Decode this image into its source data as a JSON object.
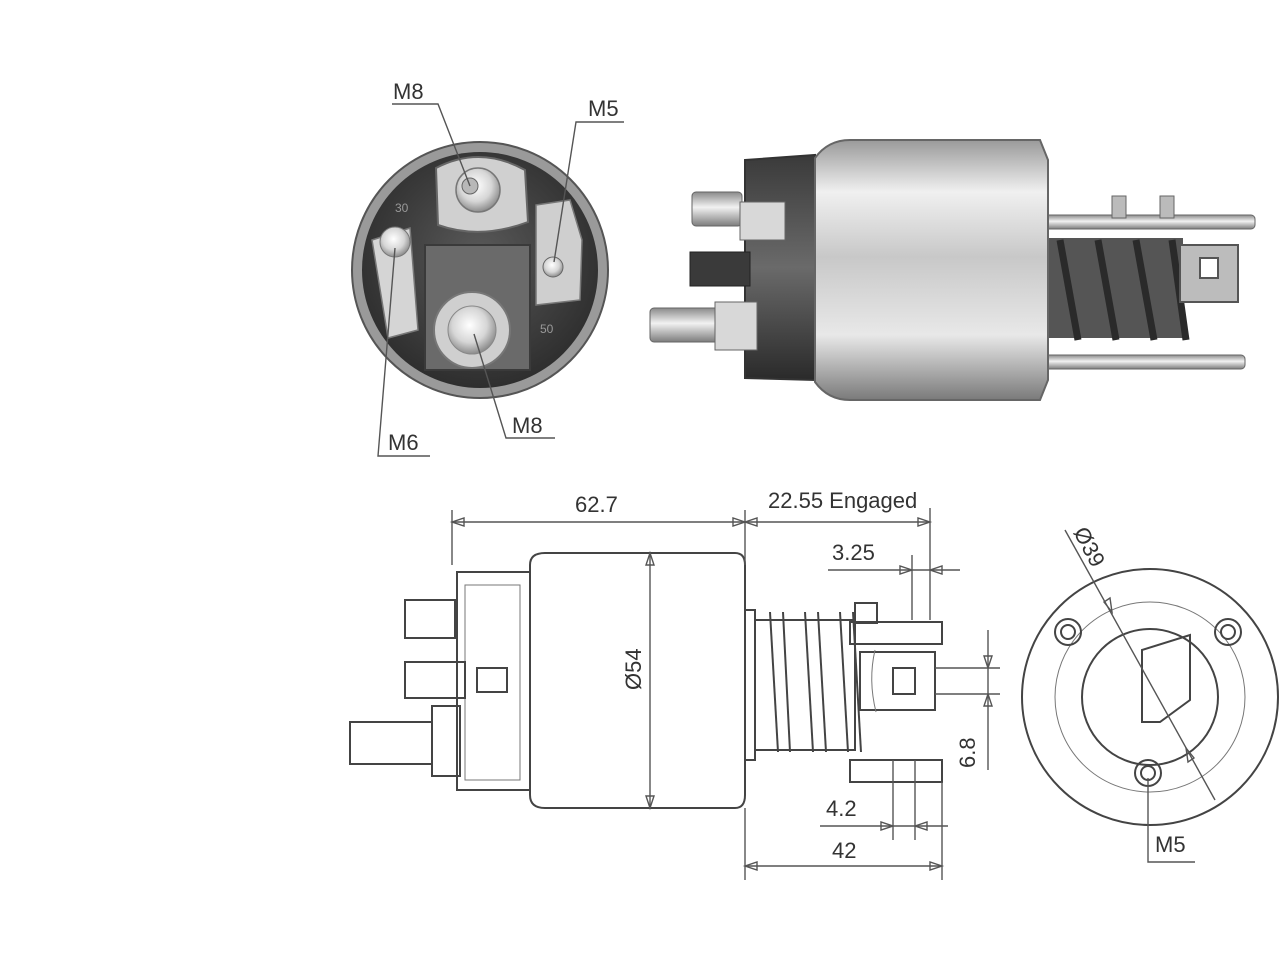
{
  "colors": {
    "line": "#555555",
    "text": "#333333",
    "metal_light": "#e6e6e6",
    "metal_dark": "#8a8a8a",
    "plastic": "#444444"
  },
  "photo_end_view": {
    "labels": {
      "top_left": "M8",
      "top_right": "M5",
      "bottom_left": "M6",
      "bottom_right": "M8"
    },
    "embossed": [
      "30",
      "50"
    ]
  },
  "drawing_side_view": {
    "dims": {
      "length": "62.7",
      "stroke": "22.55 Engaged",
      "small_gap": "3.25",
      "diameter": "Ø54",
      "slot_width": "6.8",
      "tab_gap": "4.2",
      "total_right": "42"
    }
  },
  "drawing_end_view": {
    "dims": {
      "bolt_circle": "Ø39"
    },
    "labels": {
      "bolt": "M5"
    }
  }
}
